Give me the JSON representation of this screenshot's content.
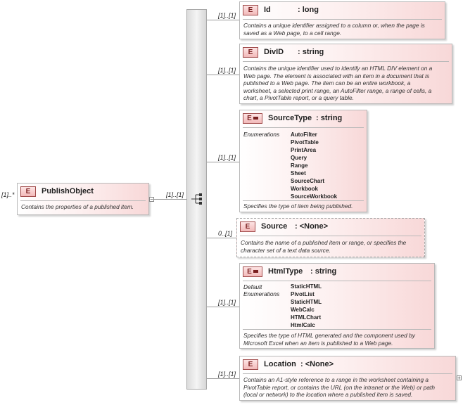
{
  "root": {
    "multiplicity": "[1]..*",
    "name": "PublishObject",
    "badge": "E",
    "description": "Contains the properties of a published item.",
    "collapse_symbol": "−"
  },
  "sequence": {
    "multiplicity": "[1]..[1]"
  },
  "children": [
    {
      "multiplicity": "[1]..[1]",
      "badge": "E",
      "name": "Id",
      "type": ": long",
      "description_lines": [
        "Contains a unique identifier assigned to a column or, when the page is",
        "saved as a Web page, to a cell range."
      ]
    },
    {
      "multiplicity": "[1]..[1]",
      "badge": "E",
      "name": "DivID",
      "type": ": string",
      "description_lines": [
        "Contains the unique identifier used to identify an HTML DIV element on a",
        "Web page. The element is associated with an item in a document that is",
        "published to a Web page. The item can be an entire workbook, a",
        "worksheet, a selected print range, an AutoFilter range, a range of cells, a",
        "chart, a PivotTable report, or a query table."
      ]
    },
    {
      "multiplicity": "[1]..[1]",
      "badge": "E",
      "name": "SourceType",
      "type": ": string",
      "enum_label": "Enumerations",
      "enumerations": [
        "AutoFilter",
        "PivotTable",
        "PrintArea",
        "Query",
        "Range",
        "Sheet",
        "SourceChart",
        "Workbook",
        "SourceWorkbook"
      ],
      "description_lines": [
        "Specifies the type of item being published."
      ]
    },
    {
      "multiplicity": "0..[1]",
      "badge": "E",
      "name": "Source",
      "type": ": <None>",
      "description_lines": [
        "Contains the name of a published item or range, or specifies the",
        "character set of a text data source."
      ]
    },
    {
      "multiplicity": "[1]..[1]",
      "badge": "E",
      "name": "HtmlType",
      "type": ": string",
      "default_label": "Default",
      "default_value": "StaticHTML",
      "enum_label": "Enumerations",
      "enumerations": [
        "PivotList",
        "StaticHTML",
        "WebCalc",
        "HTMLChart",
        "HtmlCalc"
      ],
      "description_lines": [
        "Specifies the type of HTML generated and the component used by",
        "Microsoft Excel when an item is published to a Web page."
      ]
    },
    {
      "multiplicity": "[1]..[1]",
      "badge": "E",
      "name": "Location",
      "type": ": <None>",
      "expand_symbol": "+",
      "description_lines": [
        "Contains an A1-style reference to a range in the worksheet containing a",
        "PivotTable report, or contains the URL (on the intranet or the Web) or path",
        "(local or network) to the location where a published item is saved."
      ]
    }
  ]
}
